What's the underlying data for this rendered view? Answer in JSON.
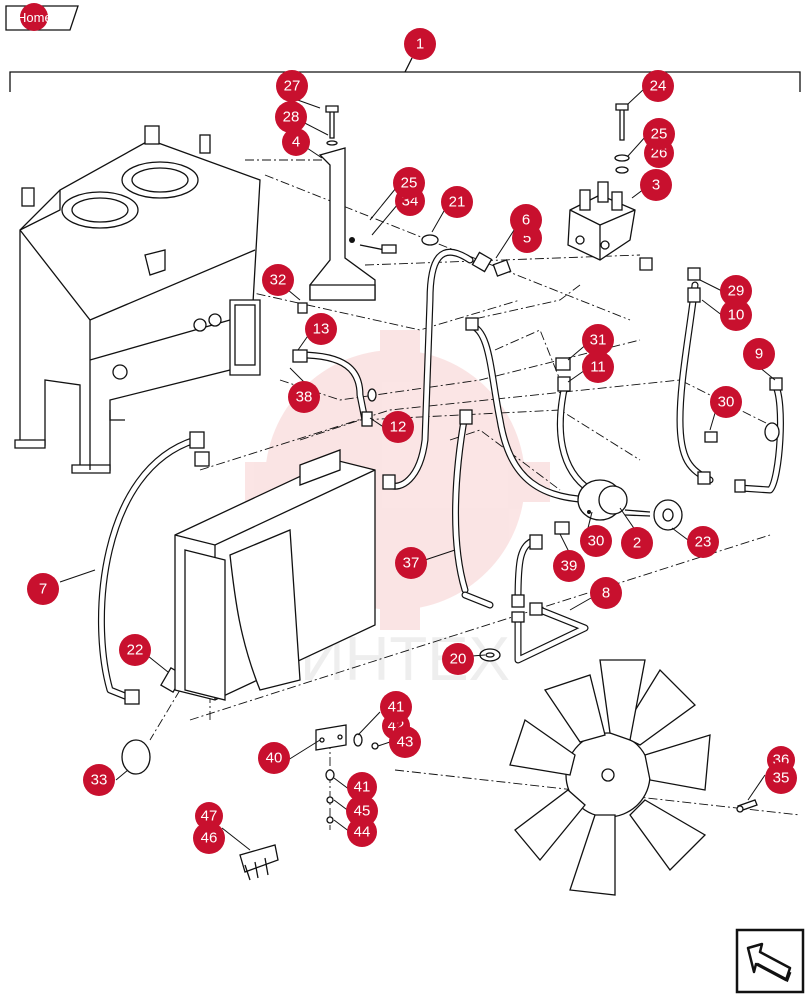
{
  "nav": {
    "home_label": "Home"
  },
  "watermark": {
    "text": "ИНТЕХ"
  },
  "colors": {
    "callout": "#c8102e",
    "watermark": "#f3b5b5"
  },
  "icons": {
    "next_page": "arrow-next-page-icon"
  },
  "callouts": [
    "1",
    "27",
    "28",
    "4",
    "24",
    "25",
    "26",
    "3",
    "25",
    "34",
    "21",
    "6",
    "5",
    "32",
    "13",
    "29",
    "10",
    "31",
    "11",
    "9",
    "38",
    "30",
    "12",
    "7",
    "37",
    "30",
    "2",
    "23",
    "39",
    "8",
    "22",
    "20",
    "41",
    "42",
    "43",
    "40",
    "33",
    "36",
    "35",
    "41",
    "45",
    "44",
    "47",
    "46"
  ]
}
